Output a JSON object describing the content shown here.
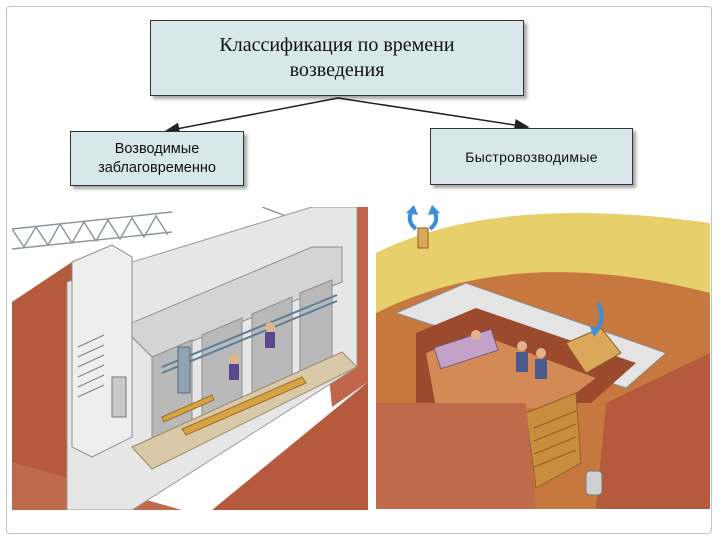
{
  "diagram": {
    "root": {
      "text": "Классификация по времени возведения"
    },
    "left_branch": {
      "text": "Возводимые заблаговременно"
    },
    "right_branch": {
      "text": "Быстровозводимые"
    }
  },
  "colors": {
    "box_fill": "#d7e7ea",
    "box_border": "#333333",
    "ground": "#b65a3d",
    "concrete": "#e4e4e4",
    "earth_yellow": "#e7cf6c",
    "airflow_arrow": "#3a8fd8"
  },
  "illustrations": {
    "left": "prefabricated-shelter-cutaway",
    "right": "rapid-shelter-cutaway"
  }
}
